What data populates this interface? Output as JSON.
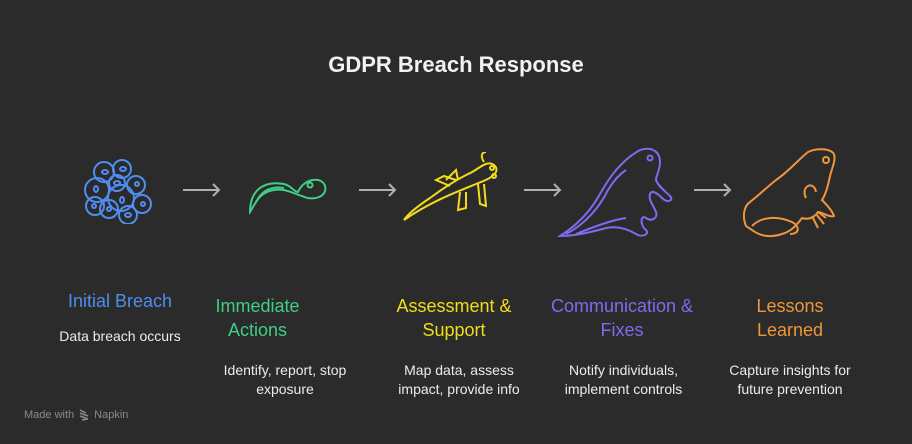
{
  "title": "GDPR Breach Response",
  "steps": [
    {
      "title": "Initial Breach",
      "description": "Data breach occurs",
      "icon": "frog-eggs-icon",
      "color": "#4f8ef0"
    },
    {
      "title": "Immediate Actions",
      "description": "Identify, report, stop exposure",
      "icon": "tadpole-icon",
      "color": "#3ecf86"
    },
    {
      "title": "Assessment & Support",
      "description": "Map data, assess impact, provide info",
      "icon": "tadpole-with-legs-icon",
      "color": "#f2dc1a"
    },
    {
      "title": "Communication & Fixes",
      "description": "Notify individuals, implement controls",
      "icon": "froglet-icon",
      "color": "#7c6cf0"
    },
    {
      "title": "Lessons Learned",
      "description": "Capture insights for future prevention",
      "icon": "frog-icon",
      "color": "#f0963a"
    }
  ],
  "arrow_color": "#b0b0b0",
  "footer": {
    "made_with": "Made with",
    "brand": "Napkin",
    "icon": "napkin-logo-icon"
  }
}
